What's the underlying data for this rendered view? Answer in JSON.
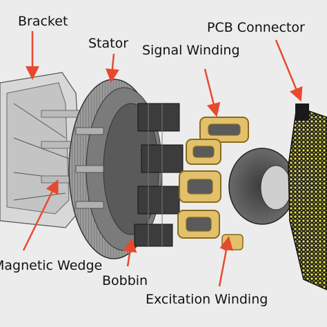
{
  "labels": {
    "bracket": "Bracket",
    "stator": "Stator",
    "signal_winding": "Signal Winding",
    "pcb_connector": "PCB Connector",
    "magnetic_wedge": "Magnetic Wedge",
    "bobbin": "Bobbin",
    "excitation_winding": "Excitation Winding"
  },
  "colors": {
    "background": "#ececec",
    "arrow": "#e8492e",
    "label_text": "#111111",
    "winding_gold": "#e2c16c",
    "stator_gray": "#8c8c8c",
    "pcb_yellow": "#e8e23a"
  }
}
